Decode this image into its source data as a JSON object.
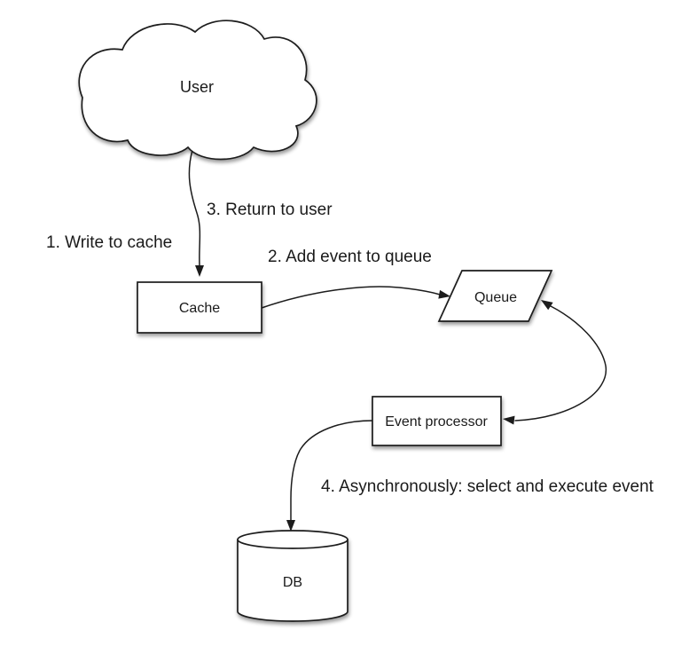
{
  "diagram": {
    "type": "flow-diagram",
    "background_color": "#ffffff",
    "stroke_color": "#1c1c1c",
    "text_color": "#1a1a1a",
    "nodes": {
      "user": {
        "label": "User",
        "shape": "cloud"
      },
      "cache": {
        "label": "Cache",
        "shape": "rectangle"
      },
      "queue": {
        "label": "Queue",
        "shape": "parallelogram"
      },
      "event_processor": {
        "label": "Event processor",
        "shape": "rectangle"
      },
      "db": {
        "label": "DB",
        "shape": "cylinder"
      }
    },
    "edges": [
      {
        "from": "user",
        "to": "cache",
        "arrowheads": "to",
        "labels": [
          "1. Write to cache",
          "3. Return to user"
        ]
      },
      {
        "from": "cache",
        "to": "queue",
        "arrowheads": "to",
        "labels": [
          "2. Add event to queue"
        ]
      },
      {
        "from": "queue",
        "to": "event_processor",
        "arrowheads": "both",
        "labels": []
      },
      {
        "from": "event_processor",
        "to": "db",
        "arrowheads": "to",
        "labels": [
          "4. Asynchronously: select and execute event"
        ]
      }
    ]
  }
}
